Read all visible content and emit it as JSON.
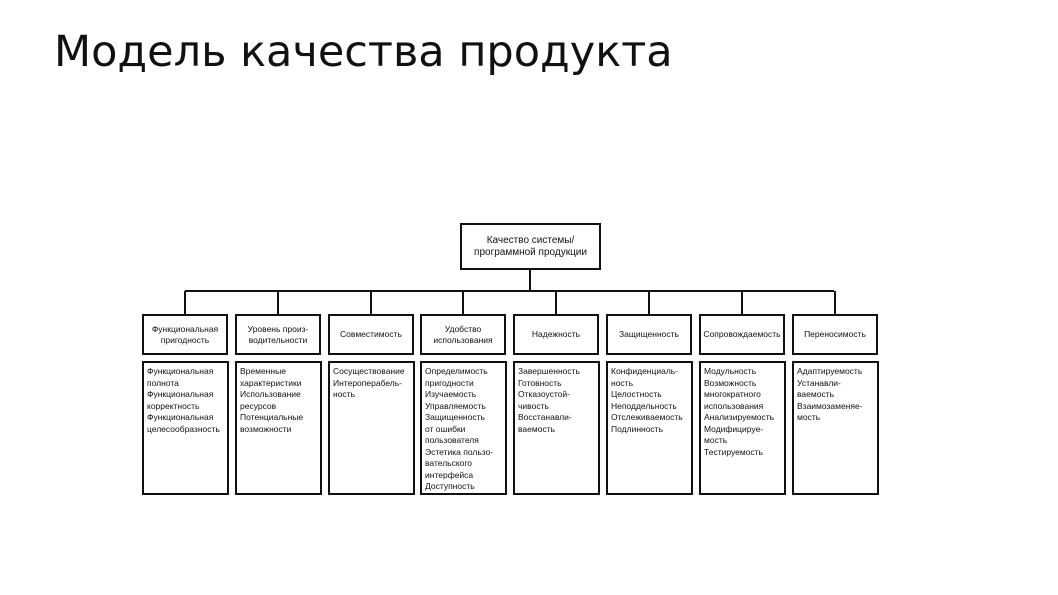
{
  "slide": {
    "title": "Модель качества продукта"
  },
  "root": {
    "label": "Качество системы/ программной продукции"
  },
  "colors": {
    "line": "#111111",
    "background": "#ffffff"
  },
  "categories": [
    {
      "id": "functional",
      "label": "Функциональная пригодность",
      "items": [
        "Функциональная",
        "полнота",
        "Функциональная",
        "корректность",
        "Функциональная",
        "целесообразность"
      ]
    },
    {
      "id": "performance",
      "label": "Уровень произ- водительности",
      "items": [
        "Временные",
        "характеристики",
        "Использование",
        "ресурсов",
        "Потенциальные",
        "возможности"
      ]
    },
    {
      "id": "compatibility",
      "label": "Совместимость",
      "items": [
        "Сосуществование",
        "Интероперабель-",
        "ность"
      ]
    },
    {
      "id": "usability",
      "label": "Удобство использования",
      "items": [
        "Определимость",
        "пригодности",
        "Изучаемость",
        "Управляемость",
        "Защищенность",
        "от ошибки",
        "пользователя",
        "Эстетика пользо-",
        "вательского",
        "интерфейса",
        "Доступность"
      ]
    },
    {
      "id": "reliability",
      "label": "Надежность",
      "items": [
        "Завершенность",
        "Готовность",
        "Отказоустой-",
        "чивость",
        "Восстанавли-",
        "ваемость"
      ]
    },
    {
      "id": "security",
      "label": "Защищенность",
      "items": [
        "Конфиденциаль-",
        "ность",
        "Целостность",
        "Неподдельность",
        "Отслеживаемость",
        "Подлинность"
      ]
    },
    {
      "id": "maintainability",
      "label": "Сопровождаемость",
      "items": [
        "Модульность",
        "Возможность",
        "многократного",
        "использования",
        "Анализируемость",
        "Модифицируе-",
        "мость",
        "Тестируемость"
      ]
    },
    {
      "id": "portability",
      "label": "Переносимость",
      "items": [
        "Адаптируемость",
        "Устанавли-",
        "ваемость",
        "Взаимозаменяе-",
        "мость"
      ]
    }
  ]
}
